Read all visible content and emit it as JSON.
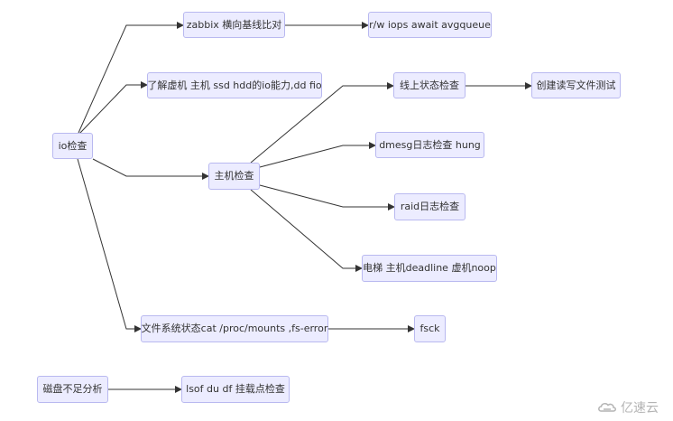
{
  "nodes": {
    "io_check": "io检查",
    "zabbix": "zabbix 横向基线比对",
    "metrics": "r/w iops await avgqueue",
    "learn": "了解虚机 主机 ssd hdd的io能力,dd fio",
    "online_check": "线上状态检查",
    "rw_test": "创建读写文件测试",
    "host_check": "主机检查",
    "dmesg": "dmesg日志检查 hung",
    "raid": "raid日志检查",
    "elevator": "电梯 主机deadline 虚机noop",
    "fs_status": "文件系统状态cat /proc/mounts ,fs-error",
    "fsck": "fsck",
    "disk_full": "磁盘不足分析",
    "lsof": "lsof du df 挂载点检查"
  },
  "watermark": {
    "text": "亿速云"
  }
}
